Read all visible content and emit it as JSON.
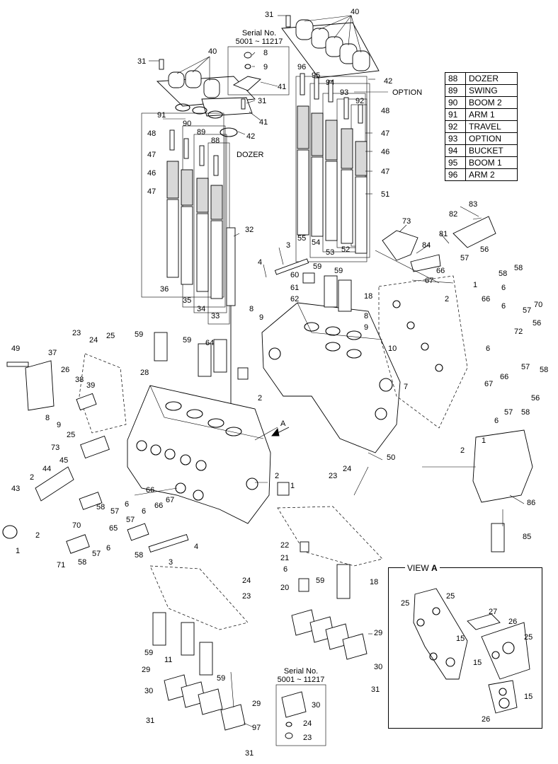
{
  "legend": [
    {
      "code": "88",
      "name": "DOZER"
    },
    {
      "code": "89",
      "name": "SWING"
    },
    {
      "code": "90",
      "name": "BOOM 2"
    },
    {
      "code": "91",
      "name": "ARM 1"
    },
    {
      "code": "92",
      "name": "TRAVEL"
    },
    {
      "code": "93",
      "name": "OPTION"
    },
    {
      "code": "94",
      "name": "BUCKET"
    },
    {
      "code": "95",
      "name": "BOOM 1"
    },
    {
      "code": "96",
      "name": "ARM 2"
    }
  ],
  "serial_top": {
    "line1": "Serial No.",
    "line2": "5001 ~ 11217"
  },
  "serial_bottom": {
    "line1": "Serial No.",
    "line2": "5001 ~ 11217"
  },
  "view": {
    "word": "VIEW",
    "letter": "A"
  },
  "arrow_letter": "A",
  "callouts": {
    "c1": "31",
    "c2": "40",
    "c3": "8",
    "c4": "9",
    "c5": "41",
    "c6": "31",
    "c7": "40",
    "c8": "31",
    "c9": "42",
    "c10": "91",
    "c11": "90",
    "c12": "89",
    "c13": "88",
    "c14": "DOZER",
    "c15": "48",
    "c16": "47",
    "c17": "46",
    "c18": "47",
    "c19": "32",
    "c20": "36",
    "c21": "35",
    "c22": "34",
    "c23": "33",
    "c24": "41",
    "c25": "42",
    "c26": "96",
    "c27": "95",
    "c28": "94",
    "c29": "93",
    "c30": "OPTION",
    "c31": "92",
    "c32": "48",
    "c33": "47",
    "c34": "46",
    "c35": "47",
    "c36": "51",
    "c37": "55",
    "c38": "54",
    "c39": "53",
    "c40": "52",
    "c41": "83",
    "c42": "82",
    "c43": "73",
    "c44": "81",
    "c45": "84",
    "c46": "56",
    "c47": "66",
    "c48": "57",
    "c49": "58",
    "c50": "58",
    "c51": "67",
    "c52": "1",
    "c53": "6",
    "c54": "70",
    "c55": "2",
    "c56": "66",
    "c57": "57",
    "c58": "6",
    "c59": "72",
    "c60": "56",
    "c61": "6",
    "c62": "57",
    "c63": "58",
    "c64": "67",
    "c65": "66",
    "c66": "57",
    "c67": "56",
    "c68": "6",
    "c69": "58",
    "c70": "1",
    "c71": "2",
    "c72": "86",
    "c73": "85",
    "c74": "3",
    "c75": "4",
    "c76": "60",
    "c77": "61",
    "c78": "62",
    "c79": "59",
    "c80": "59",
    "c81": "18",
    "c82": "8",
    "c83": "9",
    "c84": "8",
    "c85": "9",
    "c86": "10",
    "c87": "7",
    "c88": "2",
    "c89": "50",
    "c90": "23",
    "c91": "24",
    "c92": "49",
    "c93": "37",
    "c94": "23",
    "c95": "24",
    "c96": "25",
    "c97": "59",
    "c98": "59",
    "c99": "64",
    "c100": "26",
    "c101": "38",
    "c102": "39",
    "c103": "28",
    "c104": "8",
    "c105": "9",
    "c106": "25",
    "c107": "73",
    "c108": "2",
    "c109": "44",
    "c110": "45",
    "c111": "43",
    "c112": "2",
    "c113": "1",
    "c114": "70",
    "c115": "58",
    "c116": "6",
    "c117": "57",
    "c118": "66",
    "c119": "67",
    "c120": "66",
    "c121": "6",
    "c122": "57",
    "c123": "65",
    "c124": "6",
    "c125": "71",
    "c126": "58",
    "c127": "57",
    "c128": "58",
    "c129": "4",
    "c130": "3",
    "c131": "2",
    "c132": "1",
    "c133": "22",
    "c134": "21",
    "c135": "6",
    "c136": "20",
    "c137": "59",
    "c138": "18",
    "c139": "24",
    "c140": "23",
    "c141": "29",
    "c142": "30",
    "c143": "31",
    "c144": "59",
    "c145": "11",
    "c146": "59",
    "c147": "29",
    "c148": "30",
    "c149": "29",
    "c150": "31",
    "c151": "97",
    "c152": "31",
    "c153": "30",
    "c154": "24",
    "c155": "23",
    "c156": "25",
    "c157": "25",
    "c158": "27",
    "c159": "26",
    "c160": "25",
    "c161": "15",
    "c162": "15",
    "c163": "15",
    "c164": "26"
  }
}
